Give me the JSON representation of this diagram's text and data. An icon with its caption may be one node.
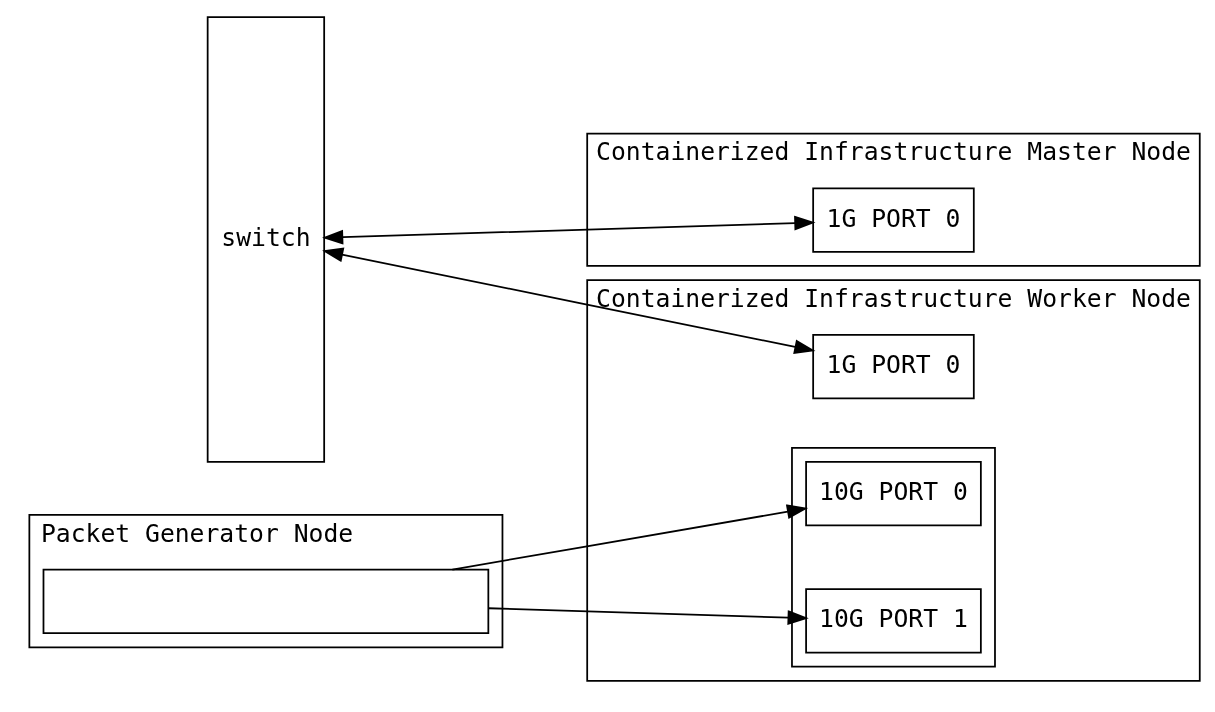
{
  "diagram": {
    "nodes": [
      {
        "text": [
          "switch"
        ]
      },
      {
        "text": [
          "Containerized Infrastructure Master Node"
        ]
      },
      {
        "text": [
          "1G PORT 0"
        ],
        "in": 1
      },
      {
        "text": [
          "Containerized Infrastructure Worker Node"
        ]
      },
      {
        "text": [
          "1G PORT 0"
        ],
        "in": 3
      },
      {
        "text": [],
        "shape": "box",
        "in": 3
      },
      {
        "text": [
          "10G PORT 0"
        ],
        "in": 5
      },
      {
        "text": [
          "10G PORT 1"
        ],
        "in": 5
      },
      {
        "text": [
          "Packet Generator Node"
        ]
      },
      {
        "text": [],
        "shape": "box",
        "in": 8
      }
    ],
    "edges": [
      {
        "from": 0,
        "to": 2,
        "arrow": "both"
      },
      {
        "from": 0,
        "to": 4,
        "arrow": "both"
      },
      {
        "from": 9,
        "to": 6,
        "arrow": "to"
      },
      {
        "from": 9,
        "to": 7,
        "arrow": "to"
      }
    ]
  }
}
